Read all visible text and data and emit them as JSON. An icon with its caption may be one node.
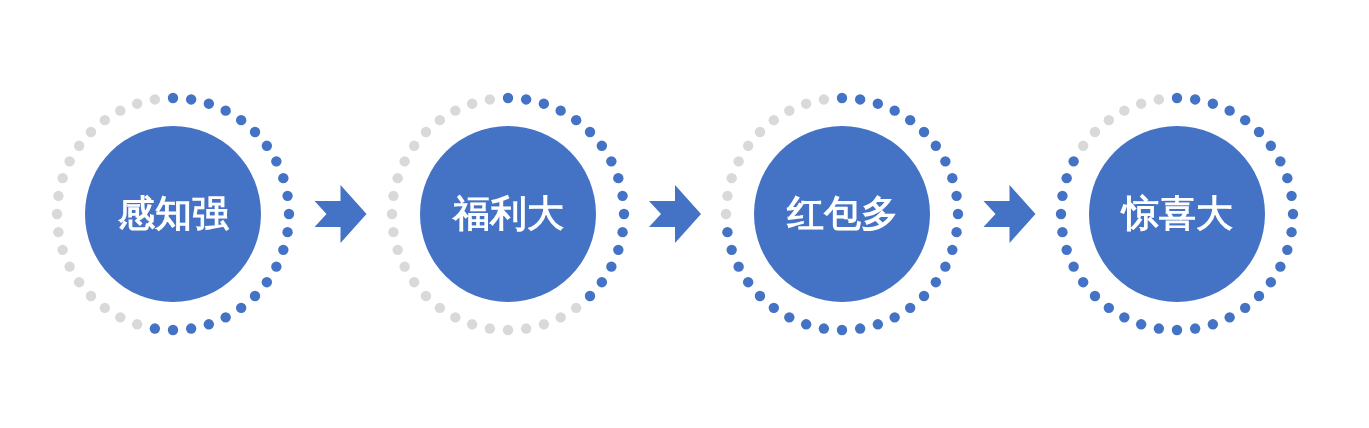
{
  "diagram": {
    "nodes": [
      {
        "text": [
          "感知强"
        ]
      },
      {
        "text": [
          "福利大"
        ]
      },
      {
        "text": [
          "红包多"
        ]
      },
      {
        "text": [
          "惊喜大"
        ]
      }
    ],
    "edges": [
      {
        "from": 0,
        "to": 1,
        "arrow": "to"
      },
      {
        "from": 1,
        "to": 2,
        "arrow": "to"
      },
      {
        "from": 2,
        "to": 3,
        "arrow": "to"
      }
    ]
  }
}
